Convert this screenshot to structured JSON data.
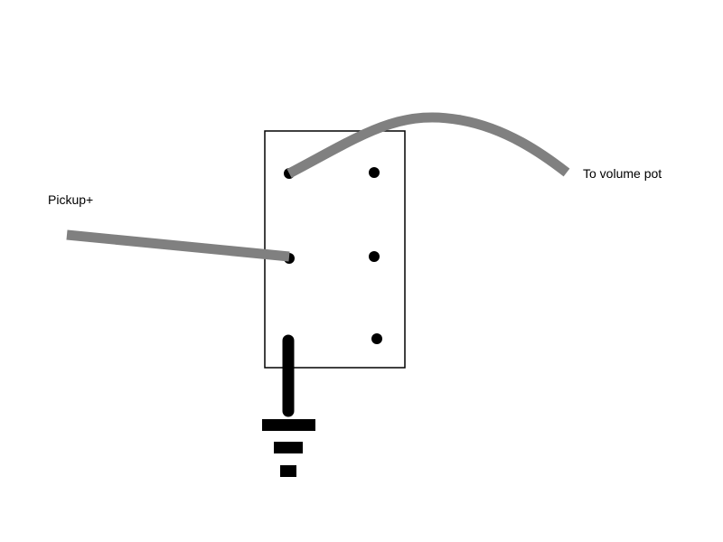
{
  "labels": {
    "pickup": "Pickup+",
    "volume": "To volume pot"
  },
  "colors": {
    "wire": "#808080",
    "ink": "#000000",
    "switch_fill": "#ffffff"
  },
  "components": {
    "switch": "switch-body",
    "terminals": 6,
    "ground_symbol": "ground-icon"
  }
}
